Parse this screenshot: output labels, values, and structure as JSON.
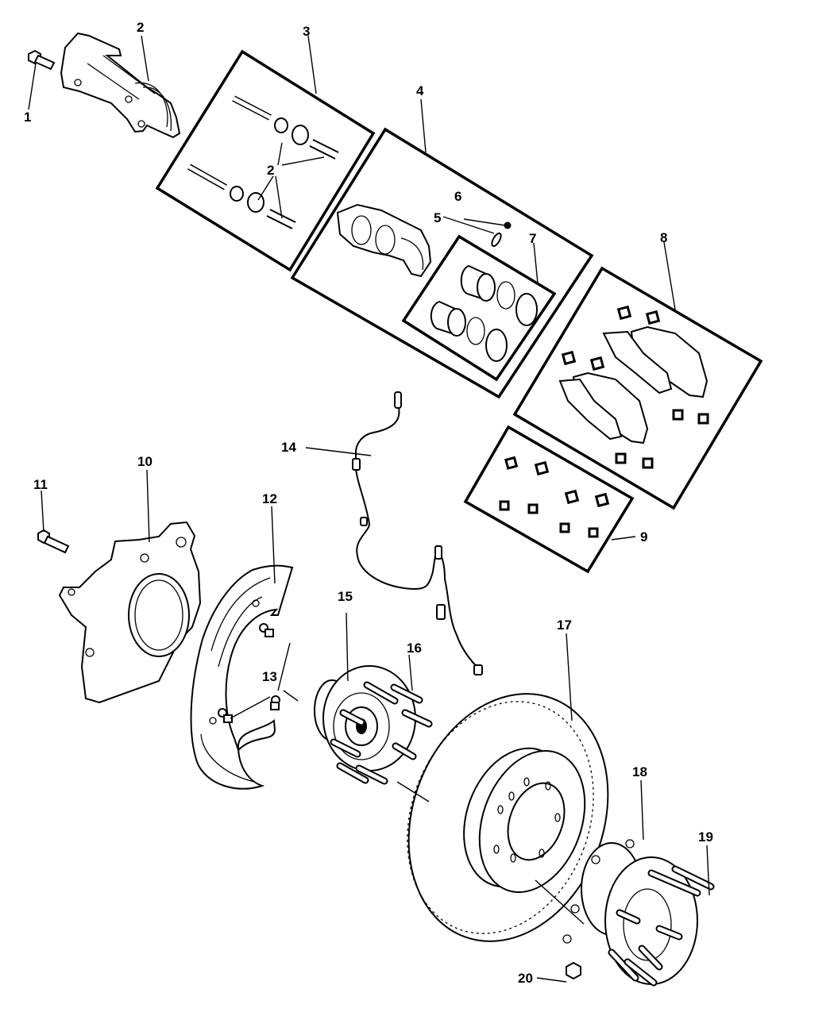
{
  "diagram": {
    "title": "Front brake assembly exploded parts diagram",
    "callouts": [
      {
        "id": "1",
        "label": "1",
        "part": "Caliper adapter bolt"
      },
      {
        "id": "2a",
        "label": "2",
        "part": "Caliper adapter / mounting bracket"
      },
      {
        "id": "3",
        "label": "3",
        "part": "Guide pin and bushing kit"
      },
      {
        "id": "2b",
        "label": "2",
        "part": "Guide pins and bushings (in kit)"
      },
      {
        "id": "4",
        "label": "4",
        "part": "Brake caliper"
      },
      {
        "id": "5",
        "label": "5",
        "part": "Bleeder screw"
      },
      {
        "id": "6",
        "label": "6",
        "part": "Bleeder cap"
      },
      {
        "id": "7",
        "label": "7",
        "part": "Caliper piston and seal kit"
      },
      {
        "id": "8",
        "label": "8",
        "part": "Brake pad kit"
      },
      {
        "id": "9",
        "label": "9",
        "part": "Pad clip / abutment kit"
      },
      {
        "id": "10",
        "label": "10",
        "part": "Steering knuckle"
      },
      {
        "id": "11",
        "label": "11",
        "part": "Knuckle bolt"
      },
      {
        "id": "12",
        "label": "12",
        "part": "Disc brake shield"
      },
      {
        "id": "13",
        "label": "13",
        "part": "Shield bolts"
      },
      {
        "id": "14",
        "label": "14",
        "part": "Wheel speed sensor"
      },
      {
        "id": "15",
        "label": "15",
        "part": "Hub and bearing"
      },
      {
        "id": "16",
        "label": "16",
        "part": "Wheel stud"
      },
      {
        "id": "17",
        "label": "17",
        "part": "Brake rotor"
      },
      {
        "id": "18",
        "label": "18",
        "part": "Hub and bearing (alternate)"
      },
      {
        "id": "19",
        "label": "19",
        "part": "Wheel stud"
      },
      {
        "id": "20",
        "label": "20",
        "part": "Nut"
      }
    ]
  }
}
